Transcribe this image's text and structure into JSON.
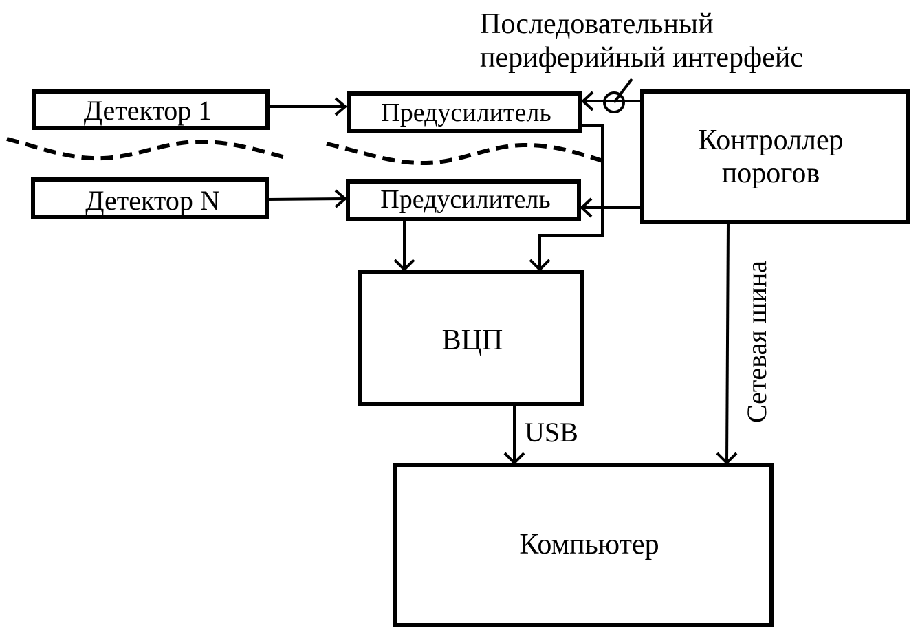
{
  "title": "Block diagram of multi-detector acquisition system",
  "colors": {
    "stroke": "#000000",
    "background": "#ffffff"
  },
  "blocks": {
    "detector1": "Детектор 1",
    "detectorN": "Детектор N",
    "preamp1": "Предусилитель",
    "preampN": "Предусилитель",
    "threshold_controller_line1": "Контроллер",
    "threshold_controller_line2": "порогов",
    "adc": "ВЦП",
    "computer": "Компьютер"
  },
  "labels": {
    "spi_line1": "Последовательный",
    "spi_line2": "периферийный интерфейс",
    "usb": "USB",
    "network_bus": "Сетевая шина"
  },
  "connections": [
    {
      "from": "Детектор 1",
      "to": "Предусилитель"
    },
    {
      "from": "Детектор N",
      "to": "Предусилитель"
    },
    {
      "from": "Контроллер порогов",
      "to": "Предусилитель",
      "via": "Последовательный периферийный интерфейс"
    },
    {
      "from": "Контроллер порогов",
      "to": "Предусилитель"
    },
    {
      "from": "Предусилитель",
      "to": "ВЦП"
    },
    {
      "from": "Предусилитель",
      "to": "ВЦП"
    },
    {
      "from": "ВЦП",
      "to": "Компьютер",
      "label": "USB"
    },
    {
      "from": "Контроллер порогов",
      "to": "Компьютер",
      "label": "Сетевая шина"
    }
  ]
}
